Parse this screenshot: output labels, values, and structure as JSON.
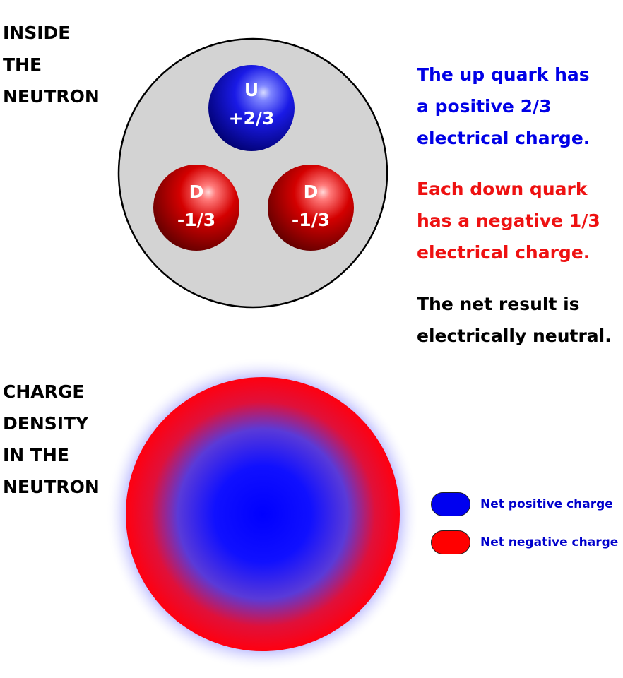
{
  "heading_top": [
    "INSIDE",
    "THE",
    "NEUTRON"
  ],
  "heading_bottom": [
    "CHARGE",
    "DENSITY",
    "IN THE",
    "NEUTRON"
  ],
  "quarks": [
    {
      "letter": "U",
      "charge": "+2/3",
      "color": "#1a1ad6"
    },
    {
      "letter": "D",
      "charge": "-1/3",
      "color": "#c40000"
    },
    {
      "letter": "D",
      "charge": "-1/3",
      "color": "#c40000"
    }
  ],
  "notes": {
    "up": {
      "lines": [
        "The up quark has",
        "a positive 2/3",
        "electrical charge."
      ],
      "color": "#0000e6"
    },
    "down": {
      "lines": [
        "Each down quark",
        "has a negative 1/3",
        "electrical charge."
      ],
      "color": "#ee1111"
    },
    "net": {
      "lines": [
        "The net result is",
        "electrically neutral."
      ],
      "color": "#000000"
    }
  },
  "legend": {
    "positive": {
      "label": "Net positive charge",
      "color": "#0000f0"
    },
    "negative": {
      "label": "Net negative charge",
      "color": "#ff0000"
    },
    "text_color": "#0000cc"
  },
  "colors": {
    "neutron_fill": "#d3d3d3",
    "positive_center": "#0000ff",
    "negative_edge": "#ff0010"
  }
}
